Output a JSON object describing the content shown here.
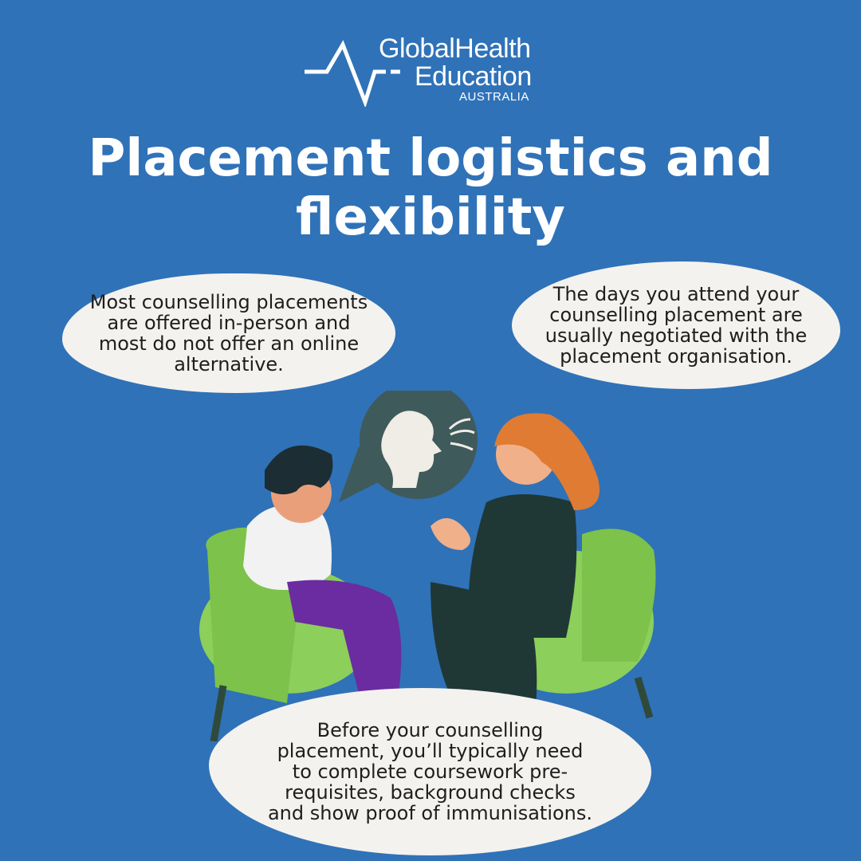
{
  "logo": {
    "line1": "GlobalHealth",
    "line2": "Education",
    "line3": "AUSTRALIA"
  },
  "title": "Placement logistics and flexibility",
  "bubbles": {
    "left": "Most counselling placements are offered in-person and most do not offer an online alternative.",
    "right": "The days you attend your counselling placement are usually negotiated with the placement organisation.",
    "bottom": "Before your counselling placement, you’ll typically need to complete coursework pre-requisites, background checks and show proof of immunisations."
  },
  "colors": {
    "background": "#2f72b8",
    "bubble": "#f4f2ee",
    "chair": "#8ccf5a",
    "speech_bubble": "#3f5a5a"
  },
  "icons": [
    "pulse-line-logo-icon",
    "speaking-head-icon"
  ]
}
